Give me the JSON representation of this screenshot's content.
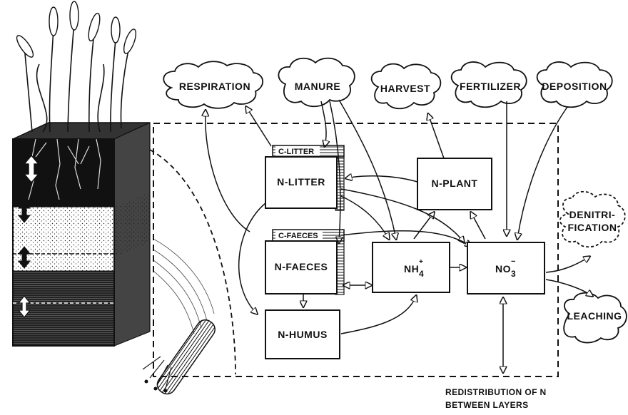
{
  "sources": {
    "respiration": "RESPIRATION",
    "manure": "MANURE",
    "harvest": "HARVEST",
    "fertilizer": "FERTILIZER",
    "deposition": "DEPOSITION",
    "denitrification_line1": "DENITRI-",
    "denitrification_line2": "FICATION",
    "leaching": "LEACHING"
  },
  "pools": {
    "c_litter": "C-LITTER",
    "n_litter": "N-LITTER",
    "c_faeces": "C-FAECES",
    "n_faeces": "N-FAECES",
    "n_humus": "N-HUMUS",
    "n_plant": "N-PLANT",
    "ammonium": "NH",
    "ammonium_super": "+",
    "ammonium_sub": "4",
    "nitrate": "NO",
    "nitrate_super": "−",
    "nitrate_sub": "3"
  },
  "caption": {
    "line1": "REDISTRIBUTION OF N",
    "line2": "BETWEEN LAYERS"
  }
}
